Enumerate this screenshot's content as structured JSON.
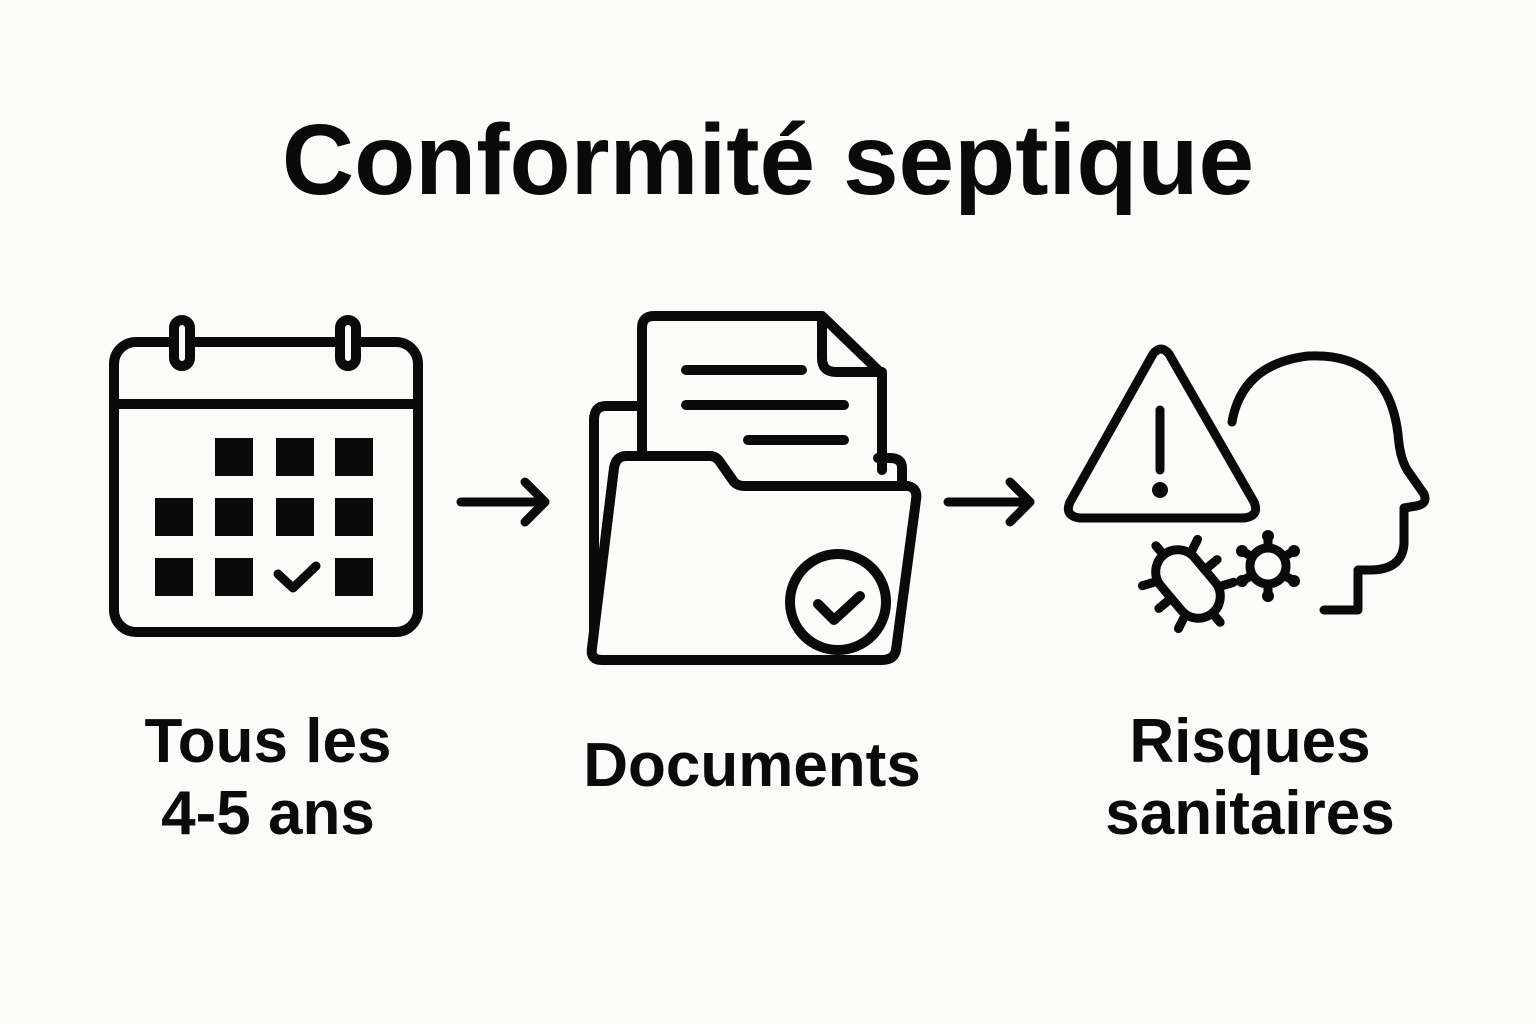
{
  "title": "Conformité septique",
  "steps": [
    {
      "icon": "calendar-check-icon",
      "label": "Tous les\n4-5 ans"
    },
    {
      "icon": "folder-document-check-icon",
      "label": "Documents"
    },
    {
      "icon": "health-risk-warning-icon",
      "label": "Risques\nsanitaires"
    }
  ],
  "connectors": [
    "arrow-right-icon",
    "arrow-right-icon"
  ],
  "colors": {
    "background": "#fbfbf9",
    "ink": "#0a0a0a"
  }
}
